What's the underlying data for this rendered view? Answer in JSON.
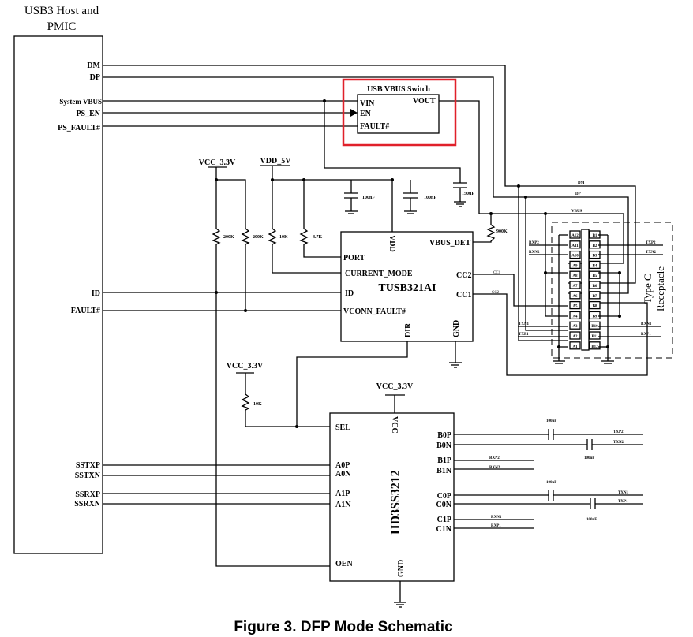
{
  "host": {
    "title_line1": "USB3 Host and",
    "title_line2": "PMIC",
    "pins": {
      "dm": "DM",
      "dp": "DP",
      "system_vbus": "System VBUS",
      "ps_en": "PS_EN",
      "ps_fault": "PS_FAULT#",
      "id": "ID",
      "fault": "FAULT#",
      "sstxp": "SSTXP",
      "sstxn": "SSTXN",
      "ssrxp": "SSRXP",
      "ssrxn": "SSRXN"
    }
  },
  "vbus_switch": {
    "title": "USB VBUS Switch",
    "highlight_color": "#e0202a",
    "pins": {
      "vin": "VIN",
      "en": "EN",
      "fault": "FAULT#",
      "vout": "VOUT"
    }
  },
  "rails": {
    "vcc33": "VCC_3.3V",
    "vdd5": "VDD_5V"
  },
  "components": {
    "r1": "200K",
    "r2": "200K",
    "r3": "10K",
    "r4": "4.7K",
    "r5": "900K",
    "r6": "10K",
    "c1": "100nF",
    "c2": "100nF",
    "c3": "150uF",
    "c_b0p": "100nF",
    "c_b0n": "100nF",
    "c_c0p": "100nF",
    "c_c0n": "100nF"
  },
  "tusb": {
    "name": "TUSB321AI",
    "pins": {
      "vdd": "VDD",
      "vbus_det": "VBUS_DET",
      "port": "PORT",
      "current_mode": "CURRENT_MODE",
      "cc2": "CC2",
      "cc1": "CC1",
      "id": "ID",
      "vconn_fault": "VCONN_FAULT#",
      "dir": "DIR",
      "gnd": "GND"
    },
    "net_cc2": "CC1",
    "net_cc1": "CC2"
  },
  "hd3": {
    "name": "HD3SS3212",
    "pins": {
      "sel": "SEL",
      "vcc": "VCC",
      "a0p": "A0P",
      "a0n": "A0N",
      "a1p": "A1P",
      "a1n": "A1N",
      "oen": "OEN",
      "gnd": "GND",
      "b0p": "B0P",
      "b0n": "B0N",
      "b1p": "B1P",
      "b1n": "B1N",
      "c0p": "C0P",
      "c0n": "C0N",
      "c1p": "C1P",
      "c1n": "C1N"
    },
    "nets": {
      "b0p": "TXP2",
      "b0n": "TXN2",
      "b1p": "RXP2",
      "b1n": "RXN2",
      "c0p": "TXN1",
      "c0n": "TXP1",
      "c1p": "RXN1",
      "c1n": "RXP1"
    }
  },
  "receptacle": {
    "title_line1": "Type C",
    "title_line2": "Receptacle",
    "a_pins": [
      "A12",
      "A11",
      "A10",
      "A9",
      "A8",
      "A7",
      "A6",
      "A5",
      "A4",
      "A3",
      "A2",
      "A1"
    ],
    "b_pins": [
      "B1",
      "B2",
      "B3",
      "B4",
      "B5",
      "B6",
      "B7",
      "B8",
      "B9",
      "B10",
      "B11",
      "B12"
    ],
    "nets": {
      "dm": "DM",
      "dp": "DP",
      "vbus": "VBUS",
      "rxp2": "RXP2",
      "rxn2": "RXN2",
      "txp2": "TXP2",
      "txn2": "TXN2",
      "txn1": "TXN1",
      "txp1": "TXP1",
      "rxn1": "RXN1",
      "rxp1": "RXP1"
    }
  },
  "caption": "Figure 3.  DFP Mode Schematic"
}
